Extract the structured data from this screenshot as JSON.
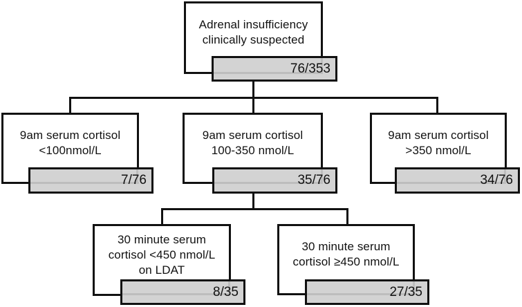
{
  "diagram": {
    "type": "flowchart",
    "description": "Patient flow for clinically suspected adrenal insufficiency by 9am serum cortisol and 30 minute LDAT cortisol",
    "nodes": {
      "root": {
        "line1": "Adrenal insufficiency",
        "line2": "clinically suspected",
        "stat": "76/353"
      },
      "low": {
        "line1": "9am serum cortisol",
        "line2": "<100nmol/L",
        "stat": "7/76"
      },
      "mid": {
        "line1": "9am serum cortisol",
        "line2": "100-350 nmol/L",
        "stat": "35/76"
      },
      "high": {
        "line1": "9am serum cortisol",
        "line2": ">350 nmol/L",
        "stat": "34/76"
      },
      "ldat_low": {
        "line1": "30 minute serum",
        "line2": "cortisol <450 nmol/L",
        "line3": "on LDAT",
        "stat": "8/35"
      },
      "ldat_high": {
        "line1": "30 minute serum",
        "line2": "cortisol ≥450 nmol/L",
        "stat": "27/35"
      }
    },
    "edges": [
      "root -> low",
      "root -> mid",
      "root -> high",
      "mid -> ldat_low",
      "mid -> ldat_high"
    ],
    "colors": {
      "line": "#111111",
      "box_fill": "#ffffff",
      "bar_fill": "#d3d3d3",
      "ghost_line": "#bdbdbd",
      "text": "#111111"
    }
  }
}
